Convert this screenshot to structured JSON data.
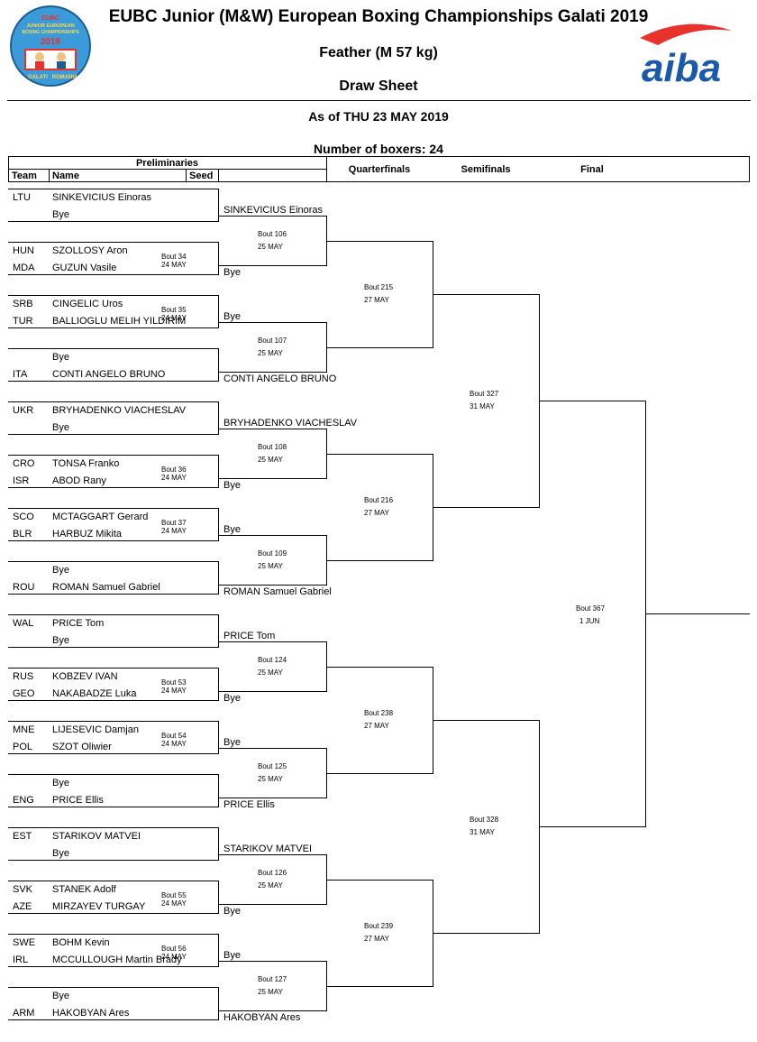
{
  "header": {
    "title": "EUBC Junior (M&W) European Boxing Championships Galati 2019",
    "weight_class": "Feather (M 57 kg)",
    "sheet_type": "Draw Sheet",
    "as_of": "As of THU 23 MAY 2019",
    "boxers_count": "Number of boxers: 24",
    "logo_left": {
      "line1": "EUBC",
      "line2": "JUNIOR EUROPEAN",
      "line3": "BOXING CHAMPIONSHIPS",
      "year": "2019",
      "city": "GALATI",
      "country": "ROMANIA"
    },
    "logo_right": {
      "text": "aiba"
    }
  },
  "columns": {
    "preliminaries": "Preliminaries",
    "team": "Team",
    "name": "Name",
    "seed": "Seed",
    "quarterfinals": "Quarterfinals",
    "semifinals": "Semifinals",
    "final": "Final"
  },
  "entries": [
    {
      "team": "LTU",
      "name": "SINKEVICIUS Einoras"
    },
    {
      "team": "",
      "name": "Bye"
    },
    {
      "team": "HUN",
      "name": "SZOLLOSY Aron"
    },
    {
      "team": "MDA",
      "name": "GUZUN Vasile"
    },
    {
      "team": "SRB",
      "name": "CINGELIC Uros"
    },
    {
      "team": "TUR",
      "name": "BALLIOGLU MELIH YILDIRIM"
    },
    {
      "team": "",
      "name": "Bye"
    },
    {
      "team": "ITA",
      "name": "CONTI ANGELO BRUNO"
    },
    {
      "team": "UKR",
      "name": "BRYHADENKO VIACHESLAV"
    },
    {
      "team": "",
      "name": "Bye"
    },
    {
      "team": "CRO",
      "name": "TONSA Franko"
    },
    {
      "team": "ISR",
      "name": "ABOD Rany"
    },
    {
      "team": "SCO",
      "name": "MCTAGGART Gerard"
    },
    {
      "team": "BLR",
      "name": "HARBUZ Mikita"
    },
    {
      "team": "",
      "name": "Bye"
    },
    {
      "team": "ROU",
      "name": "ROMAN Samuel Gabriel"
    },
    {
      "team": "WAL",
      "name": "PRICE Tom"
    },
    {
      "team": "",
      "name": "Bye"
    },
    {
      "team": "RUS",
      "name": "KOBZEV IVAN"
    },
    {
      "team": "GEO",
      "name": "NAKABADZE Luka"
    },
    {
      "team": "MNE",
      "name": "LIJESEVIC Damjan"
    },
    {
      "team": "POL",
      "name": "SZOT Oliwier"
    },
    {
      "team": "",
      "name": "Bye"
    },
    {
      "team": "ENG",
      "name": "PRICE Ellis"
    },
    {
      "team": "EST",
      "name": "STARIKOV MATVEI"
    },
    {
      "team": "",
      "name": "Bye"
    },
    {
      "team": "SVK",
      "name": "STANEK Adolf"
    },
    {
      "team": "AZE",
      "name": "MIRZAYEV TURGAY"
    },
    {
      "team": "SWE",
      "name": "BOHM Kevin"
    },
    {
      "team": "IRL",
      "name": "MCCULLOUGH Martin Brady"
    },
    {
      "team": "",
      "name": "Bye"
    },
    {
      "team": "ARM",
      "name": "HAKOBYAN Ares"
    }
  ],
  "prelim_bouts": [
    null,
    {
      "bout": "Bout 34",
      "date": "24 MAY"
    },
    {
      "bout": "Bout 35",
      "date": "24 MAY"
    },
    null,
    null,
    {
      "bout": "Bout 36",
      "date": "24 MAY"
    },
    {
      "bout": "Bout 37",
      "date": "24 MAY"
    },
    null,
    null,
    {
      "bout": "Bout 53",
      "date": "24 MAY"
    },
    {
      "bout": "Bout 54",
      "date": "24 MAY"
    },
    null,
    null,
    {
      "bout": "Bout 55",
      "date": "24 MAY"
    },
    {
      "bout": "Bout 56",
      "date": "24 MAY"
    },
    null
  ],
  "qf_slots": [
    {
      "upper": "SINKEVICIUS Einoras",
      "lower": "Bye"
    },
    {
      "upper": "Bye",
      "lower": "CONTI ANGELO BRUNO"
    },
    {
      "upper": "BRYHADENKO VIACHESLAV",
      "lower": "Bye"
    },
    {
      "upper": "Bye",
      "lower": "ROMAN Samuel Gabriel"
    },
    {
      "upper": "PRICE Tom",
      "lower": "Bye"
    },
    {
      "upper": "Bye",
      "lower": "PRICE Ellis"
    },
    {
      "upper": "STARIKOV MATVEI",
      "lower": "Bye"
    },
    {
      "upper": "Bye",
      "lower": "HAKOBYAN Ares"
    }
  ],
  "qf_bouts": [
    {
      "bout": "Bout 106",
      "date": "25 MAY"
    },
    {
      "bout": "Bout 107",
      "date": "25 MAY"
    },
    {
      "bout": "Bout 108",
      "date": "25 MAY"
    },
    {
      "bout": "Bout 109",
      "date": "25 MAY"
    },
    {
      "bout": "Bout 124",
      "date": "25 MAY"
    },
    {
      "bout": "Bout 125",
      "date": "25 MAY"
    },
    {
      "bout": "Bout 126",
      "date": "25 MAY"
    },
    {
      "bout": "Bout 127",
      "date": "25 MAY"
    }
  ],
  "sf_bouts": [
    {
      "bout": "Bout 215",
      "date": "27 MAY"
    },
    {
      "bout": "Bout 216",
      "date": "27 MAY"
    },
    {
      "bout": "Bout 238",
      "date": "27 MAY"
    },
    {
      "bout": "Bout 239",
      "date": "27 MAY"
    }
  ],
  "f_bouts": [
    {
      "bout": "Bout 327",
      "date": "31 MAY"
    },
    {
      "bout": "Bout 328",
      "date": "31 MAY"
    }
  ],
  "final_bout": {
    "bout": "Bout 367",
    "date": "1 JUN"
  }
}
